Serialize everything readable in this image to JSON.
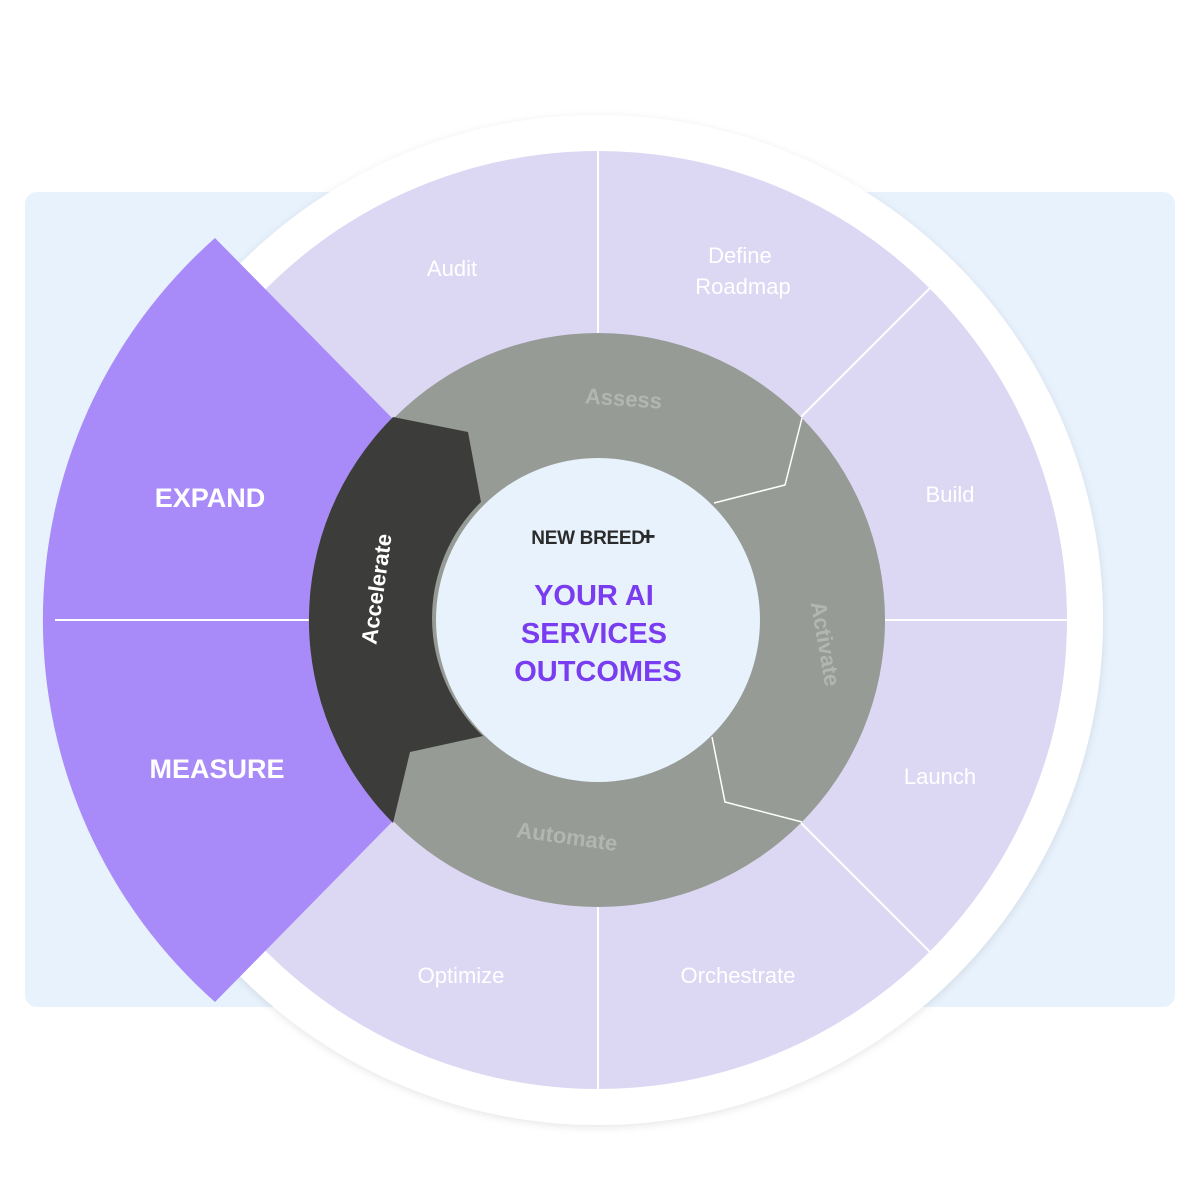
{
  "outer_steps": {
    "audit": "Audit",
    "define_roadmap": [
      "Define",
      "Roadmap"
    ],
    "build": "Build",
    "launch": "Launch",
    "orchestrate": "Orchestrate",
    "optimize": "Optimize"
  },
  "left_stages": {
    "expand": "EXPAND",
    "measure": "MEASURE"
  },
  "phases": {
    "assess": "Assess",
    "activate": "Activate",
    "automate": "Automate",
    "accelerate": "Accelerate"
  },
  "center": {
    "brand": "NEW BREED",
    "brand_mark": "+",
    "title_lines": [
      "YOUR AI",
      "SERVICES",
      "OUTCOMES"
    ]
  },
  "colors": {
    "background_panel": "#e8f2fc",
    "outer_ring": "#dcd8f4",
    "purple_stage": "#a88af9",
    "phase_ring": "#979b95",
    "accelerate_segment": "#3c3d3b",
    "center_circle": "#e8f2fc",
    "center_text": "#7a3cf0"
  }
}
